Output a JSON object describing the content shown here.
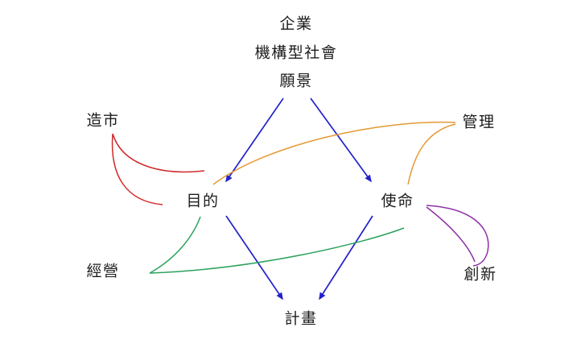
{
  "nodes": {
    "enterprise": "企業",
    "institutional_society": "機構型社會",
    "vision": "願景",
    "market_making": "造市",
    "management": "管理",
    "purpose": "目的",
    "mission": "使命",
    "operation": "經營",
    "innovation": "創新",
    "plan": "計畫"
  },
  "colors": {
    "arrow": "#2222cc",
    "market_link": "#cf2b2b",
    "management_link": "#e39a33",
    "operation_link": "#2ba25c",
    "innovation_link": "#8e2fa6",
    "text": "#1c1c1c"
  },
  "edges": {
    "vision_to_purpose": "願景 → 目的",
    "vision_to_mission": "願景 → 使命",
    "purpose_to_plan": "目的 → 計畫",
    "mission_to_plan": "使命 → 計畫",
    "market_to_purpose": "造市 — 目的",
    "management_to_purpose": "管理 — 目的",
    "management_to_mission": "管理 — 使命",
    "operation_to_purpose": "經營 — 目的",
    "operation_to_mission": "經營 — 使命",
    "innovation_to_mission": "創新 — 使命"
  }
}
